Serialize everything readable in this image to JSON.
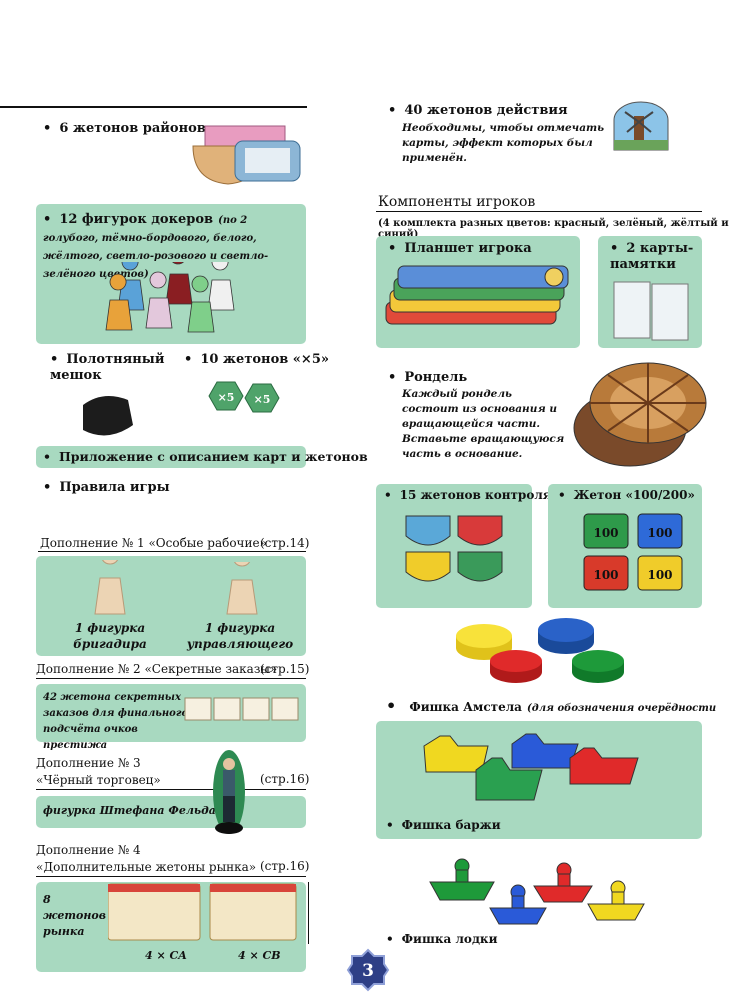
{
  "left": {
    "districts": "6 жетонов районов",
    "dockers_title": "12 фигурок докеров",
    "dockers_desc": "(по 2 голубого, тёмно-бордового, белого, жёлтого, светло-розового и светло-зелёного цветов)",
    "bag": "Полотняный мешок",
    "x5_tokens": "10 жетонов «×5»",
    "x5_label": "×5",
    "appendix": "Приложение с описанием карт и жетонов",
    "rules": "Правила игры",
    "exp1_title": "Дополнение № 1 «Особые рабочие»",
    "exp1_page": "(стр.14)",
    "exp1_fig1": "1 фигурка бригадира",
    "exp1_fig2": "1 фигурка управляющего",
    "exp2_title": "Дополнение № 2 «Секретные заказы»",
    "exp2_page": "(стр.15)",
    "exp2_desc": "42 жетона секретных заказов для финального подсчёта очков престижа",
    "exp3_line1": "Дополнение № 3",
    "exp3_line2": "«Чёрный торговец»",
    "exp3_page": "(стр.16)",
    "exp3_desc": "фигурка Штефана Фельда",
    "exp4_line1": "Дополнение № 4",
    "exp4_line2": "«Дополнительные жетоны рынка»",
    "exp4_page": "(стр.16)",
    "exp4_desc": "8 жетонов рынка",
    "exp4_ca": "4 × CA",
    "exp4_cb": "4 × CB"
  },
  "right": {
    "action_title": "40 жетонов действия",
    "action_desc": "Необходимы, чтобы отмечать карты, эффект которых был применён.",
    "players_header": "Компоненты игроков",
    "players_sub": "(4 комплекта разных цветов: красный, зелёный, жёлтый и синий)",
    "board": "Планшет игрока",
    "cards": "2 карты-памятки",
    "rondel_title": "Рондель",
    "rondel_desc": "Каждый рондель состоит из основания и вращающейся части. Вставьте вращающуюся часть в основание.",
    "control": "15 жетонов контроля",
    "token100": "Жетон «100/200»",
    "token100_label": "100",
    "amstel": "Фишка Амстела",
    "amstel_note": "(для обозначения очерёдности хода)",
    "barge": "Фишка баржи",
    "boat": "Фишка лодки"
  },
  "page_number": "3",
  "colors": {
    "panel": "#a8d9c0",
    "blue": "#1f5fb8",
    "red": "#d42a2a",
    "yellow": "#f2d61a",
    "green": "#1f9a3a"
  }
}
